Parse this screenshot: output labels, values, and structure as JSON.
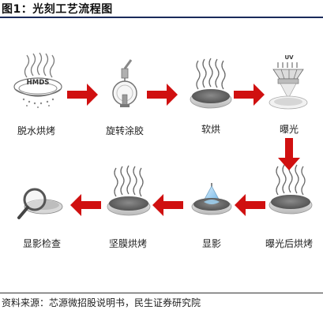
{
  "title": "图1：光刻工艺流程图",
  "source": "资料来源：芯源微招股说明书，民生证券研究院",
  "colors": {
    "arrow": "#d01010",
    "wafer": "#6e6e6e",
    "wafer_rim": "#d8d8d8",
    "steam": "#707070",
    "rule": "#1a2a5a"
  },
  "steps": [
    {
      "label": "脱水烘烤",
      "icon": "hmds-oven-icon",
      "badge": "HMDS"
    },
    {
      "label": "旋转涂胶",
      "icon": "spin-coater-icon"
    },
    {
      "label": "软烘",
      "icon": "hot-wafer-icon"
    },
    {
      "label": "曝光",
      "icon": "uv-exposure-icon",
      "badge": "UV"
    },
    {
      "label": "曝光后烘烤",
      "icon": "hot-wafer-icon"
    },
    {
      "label": "显影",
      "icon": "developer-icon"
    },
    {
      "label": "坚膜烘烤",
      "icon": "hot-wafer-icon"
    },
    {
      "label": "显影检查",
      "icon": "magnifier-icon"
    }
  ]
}
